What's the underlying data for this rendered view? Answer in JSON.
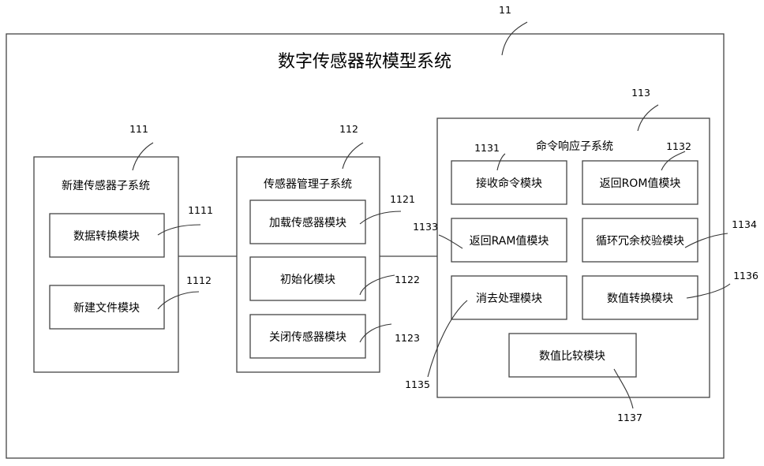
{
  "system": {
    "ref": "11",
    "title": "数字传感器软模型系统"
  },
  "subsystems": {
    "new_sensor": {
      "ref": "111",
      "title": "新建传感器子系统",
      "modules": [
        {
          "ref": "1111",
          "label": "数据转换模块"
        },
        {
          "ref": "1112",
          "label": "新建文件模块"
        }
      ]
    },
    "sensor_mgmt": {
      "ref": "112",
      "title": "传感器管理子系统",
      "modules": [
        {
          "ref": "1121",
          "label": "加载传感器模块"
        },
        {
          "ref": "1122",
          "label": "初始化模块"
        },
        {
          "ref": "1123",
          "label": "关闭传感器模块"
        }
      ]
    },
    "cmd_response": {
      "ref": "113",
      "title": "命令响应子系统",
      "modules": [
        {
          "ref": "1131",
          "label": "接收命令模块"
        },
        {
          "ref": "1132",
          "label": "返回ROM值模块"
        },
        {
          "ref": "1133",
          "label": "返回RAM值模块"
        },
        {
          "ref": "1134",
          "label": "循环冗余校验模块"
        },
        {
          "ref": "1135",
          "label": "消去处理模块"
        },
        {
          "ref": "1136",
          "label": "数值转换模块"
        },
        {
          "ref": "1137",
          "label": "数值比较模块"
        }
      ]
    }
  }
}
